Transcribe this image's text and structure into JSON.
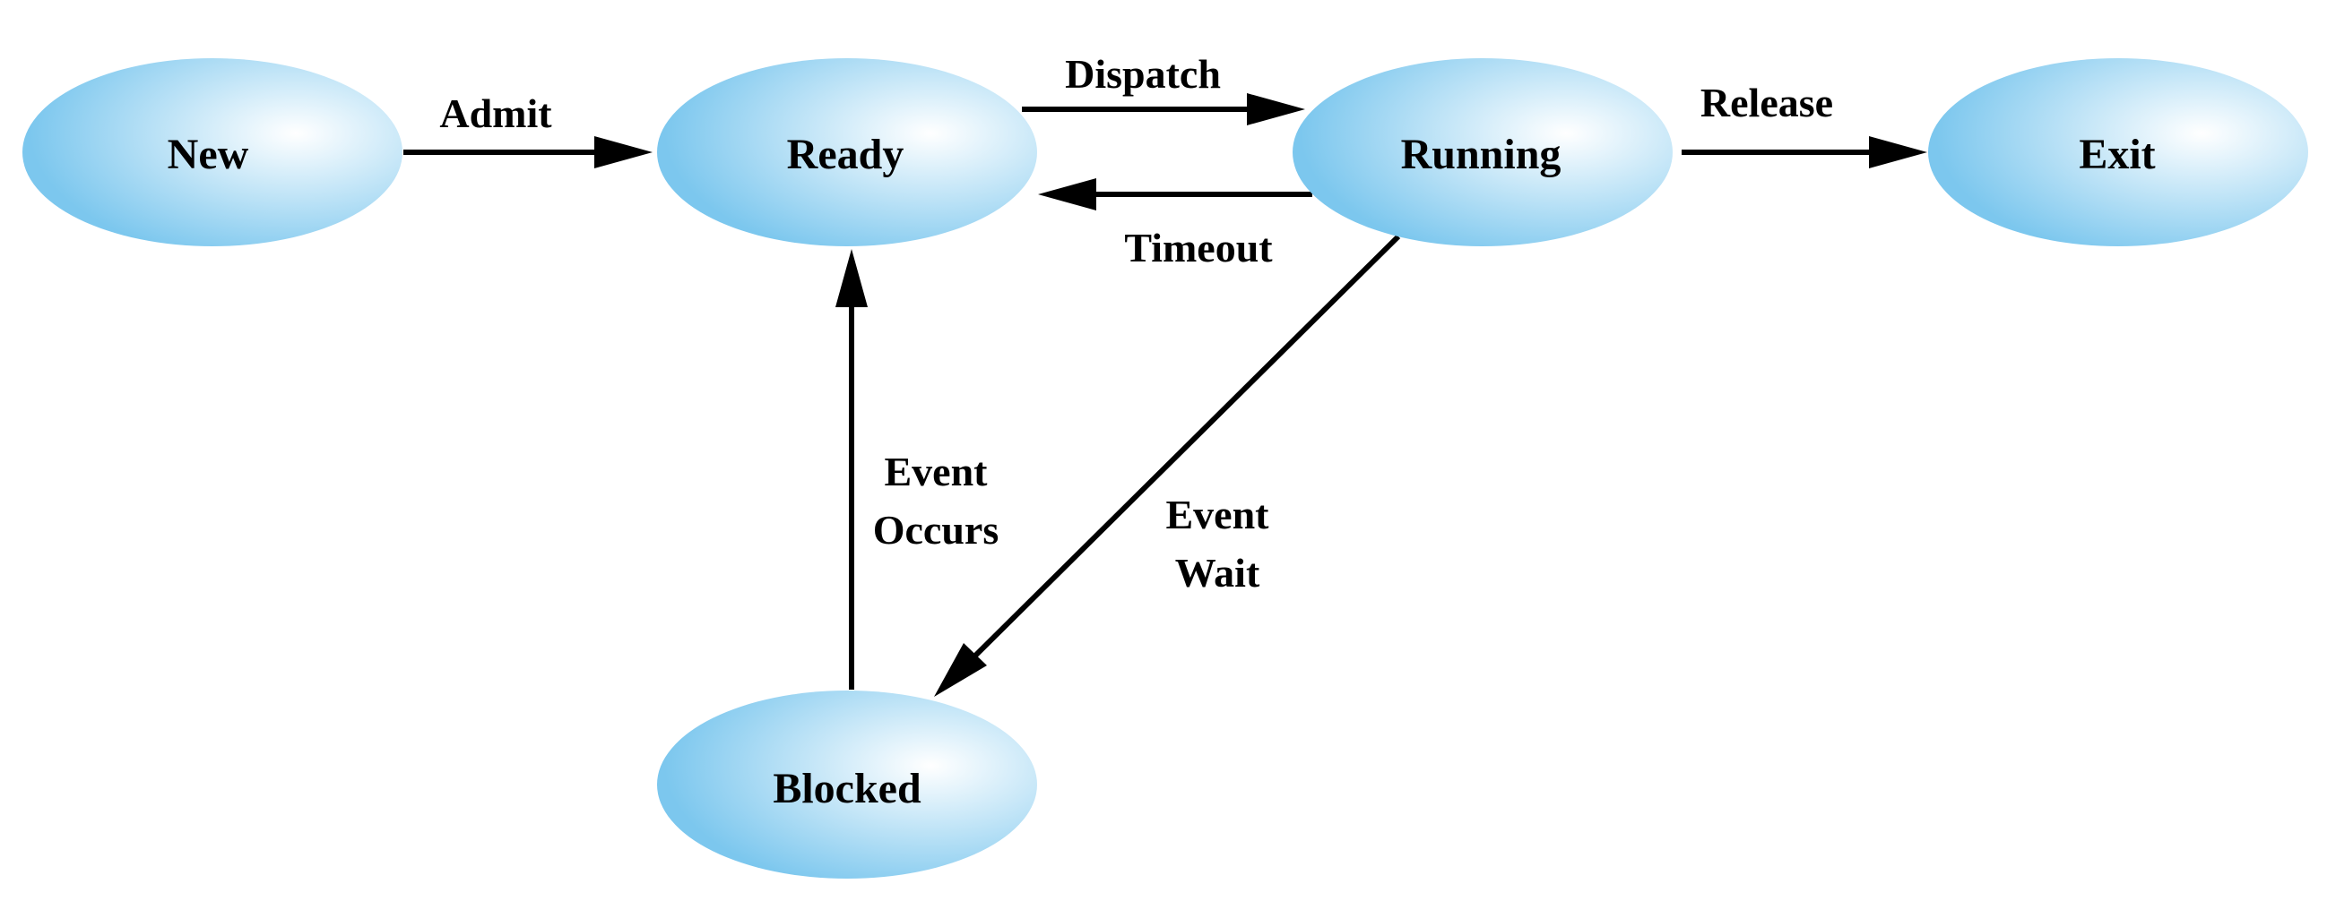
{
  "colors": {
    "node_center": "#ffffff",
    "node_edge": "#7cc7ee",
    "line": "#000000",
    "text": "#000000"
  },
  "states": {
    "new": "New",
    "ready": "Ready",
    "running": "Running",
    "exit": "Exit",
    "blocked": "Blocked"
  },
  "transitions": {
    "admit": "Admit",
    "dispatch": "Dispatch",
    "timeout": "Timeout",
    "release": "Release",
    "event_wait_line1": "Event",
    "event_wait_line2": "Wait",
    "event_occurs_line1": "Event",
    "event_occurs_line2": "Occurs"
  }
}
